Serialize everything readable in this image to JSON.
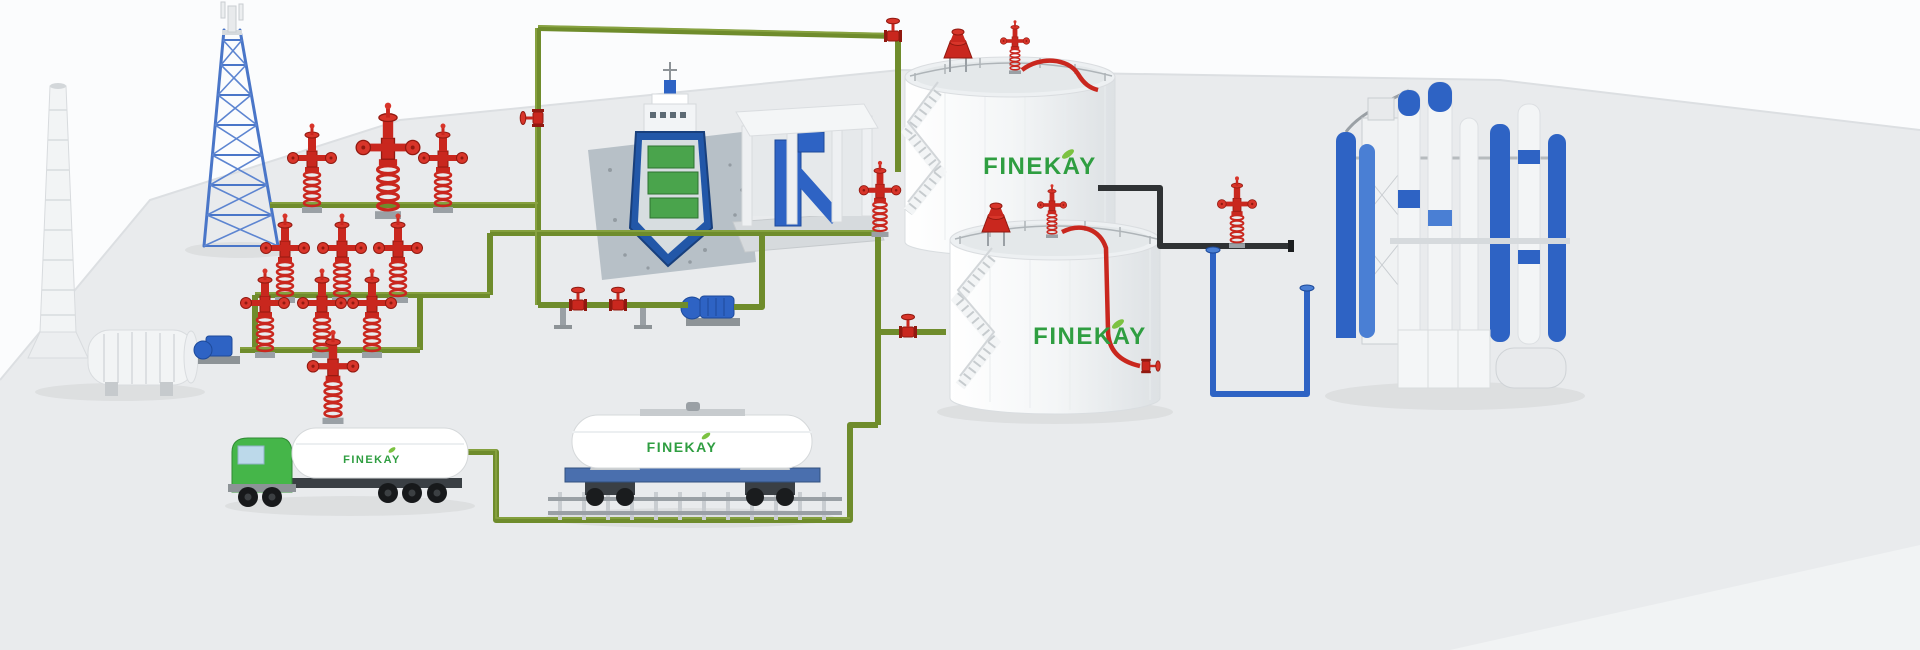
{
  "scene": {
    "type": "3d-process-plant-illustration",
    "brand": "FINEKAY"
  },
  "labels": {
    "tank_upper_logo": "FINEKAY",
    "tank_lower_logo": "FINEKAY",
    "truck_tank_logo": "FINEKAY",
    "railcar_tank_logo": "FINEKAY"
  },
  "colors": {
    "pipe_green": "#6F8C2C",
    "pipe_black": "#2F3234",
    "pipe_blue": "#2E63C4",
    "valve_red": "#C9271E",
    "equipment_blue": "#2E63C4",
    "truck_cab_green": "#45B649",
    "logo_green": "#2F9E41",
    "ground": "#E9EBED"
  }
}
